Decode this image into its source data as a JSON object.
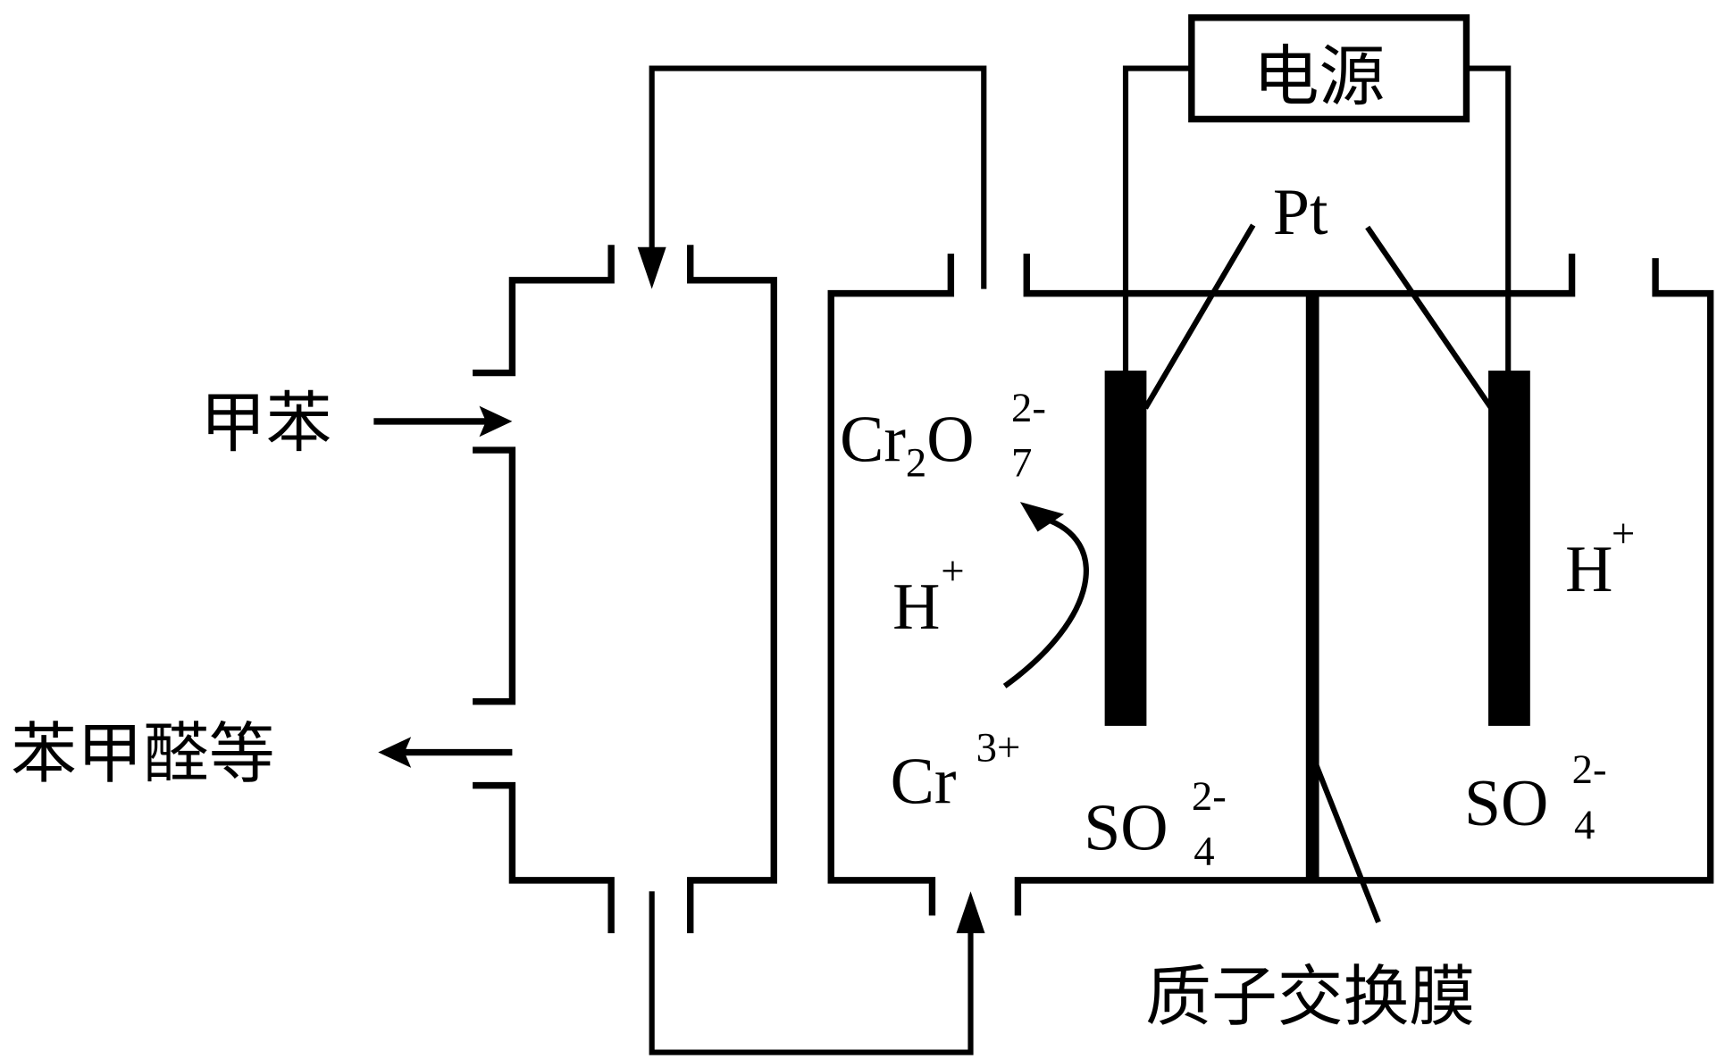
{
  "diagram": {
    "type": "electrolysis-apparatus",
    "colors": {
      "stroke": "#000000",
      "background": "#ffffff"
    },
    "power_supply": {
      "label": "电源"
    },
    "electrode_label": "Pt",
    "membrane_label": "质子交换膜",
    "reactor": {
      "input_label": "甲苯",
      "output_label": "苯甲醛等"
    },
    "anode_chamber": {
      "species": {
        "dichromate": {
          "base": "Cr",
          "sub1": "2",
          "mid": "O",
          "sub2": "7",
          "charge": "2-"
        },
        "proton": {
          "base": "H",
          "charge": "+"
        },
        "chromium": {
          "base": "Cr",
          "charge": "3+"
        },
        "sulfate": {
          "base": "SO",
          "sub": "4",
          "charge": "2-"
        }
      },
      "conversion": "Cr3+ → Cr2O7 2-"
    },
    "cathode_chamber": {
      "species": {
        "proton": {
          "base": "H",
          "charge": "+"
        },
        "sulfate": {
          "base": "SO",
          "sub": "4",
          "charge": "2-"
        }
      }
    }
  }
}
